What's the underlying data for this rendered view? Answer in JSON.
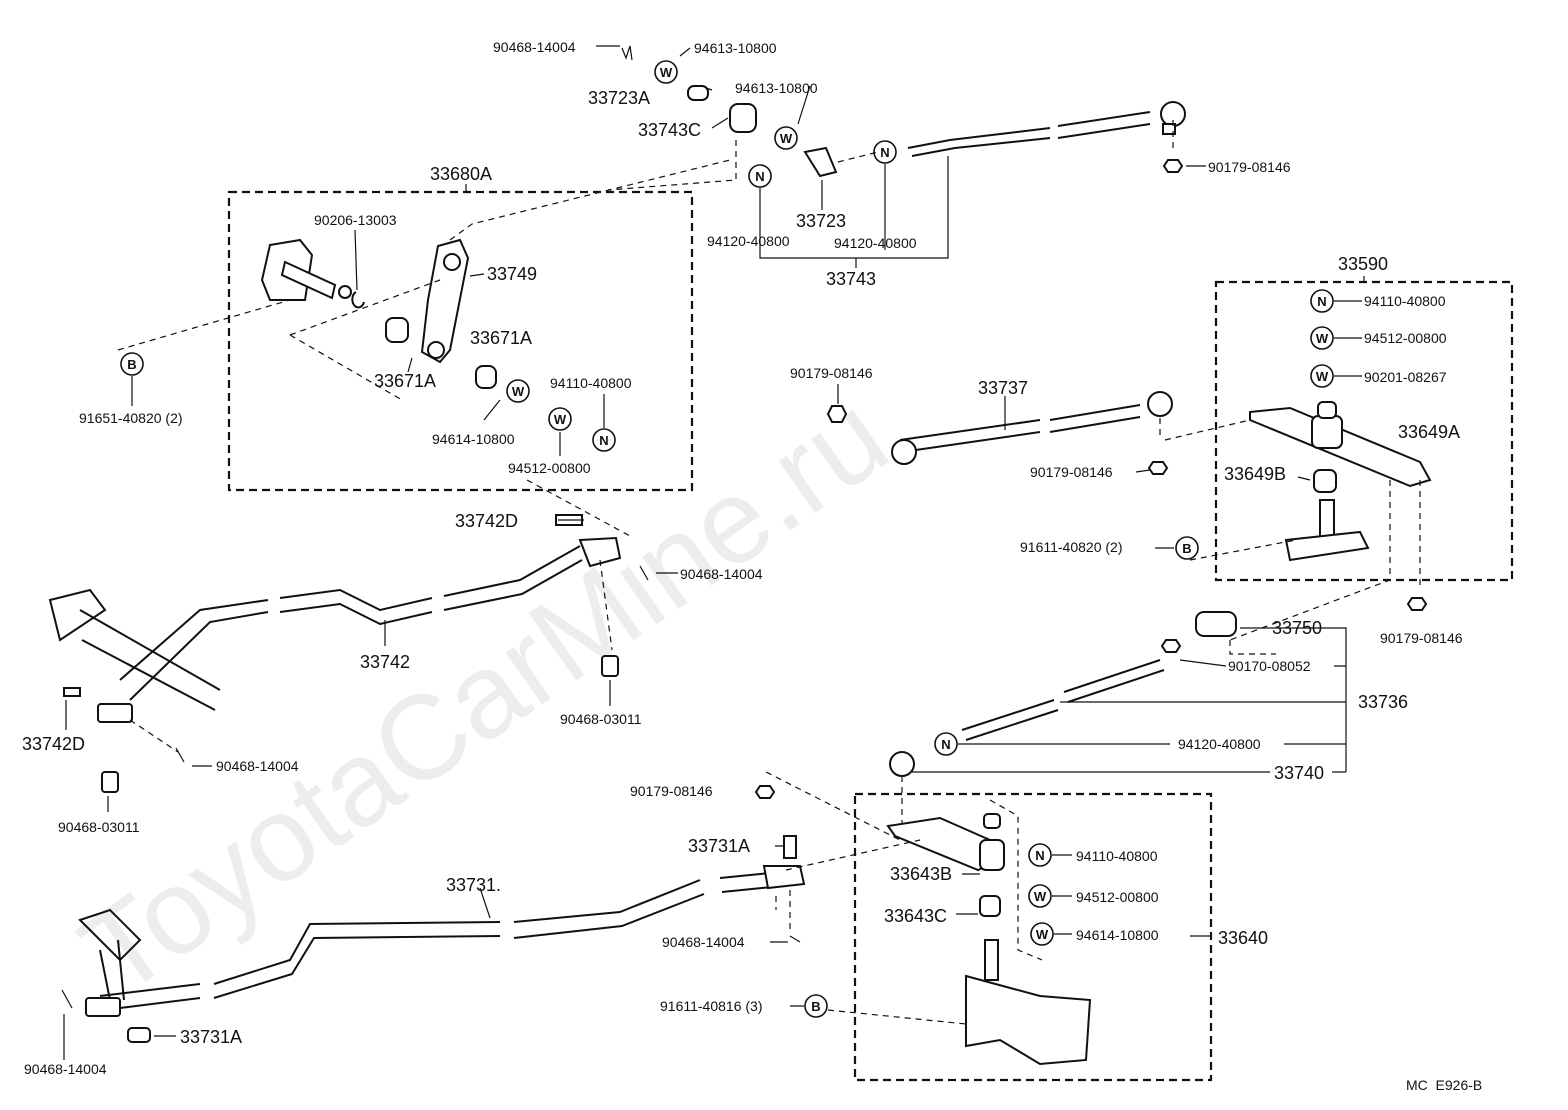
{
  "diagram_code": "MC  E926-B",
  "watermark": "ToyotaCarMine.ru",
  "symbols": {
    "nut": "N",
    "washer": "W",
    "bolt": "B"
  },
  "labels": {
    "p90468_14004_top": "90468-14004",
    "p94613_10800_a": "94613-10800",
    "p33723A": "33723A",
    "p94613_10800_b": "94613-10800",
    "p33743C": "33743C",
    "p90179_08146_a": "90179-08146",
    "p33680A": "33680A",
    "p90206_13003": "90206-13003",
    "p33749": "33749",
    "p33671A_a": "33671A",
    "p33671A_b": "33671A",
    "p94110_40800_a": "94110-40800",
    "p94614_10800_a": "94614-10800",
    "p94512_00800_a": "94512-00800",
    "p91651_40820": "91651-40820 (2)",
    "p33723": "33723",
    "p94120_40800_a": "94120-40800",
    "p94120_40800_b": "94120-40800",
    "p33743": "33743",
    "p33590": "33590",
    "p94110_40800_b": "94110-40800",
    "p94512_00800_b": "94512-00800",
    "p90201_08267": "90201-08267",
    "p90179_08146_b": "90179-08146",
    "p33737": "33737",
    "p90179_08146_c": "90179-08146",
    "p33649A": "33649A",
    "p33649B": "33649B",
    "p91611_40820": "91611-40820  (2)",
    "p33742D_a": "33742D",
    "p90468_14004_b": "90468-14004",
    "p33742": "33742",
    "p90468_03011_a": "90468-03011",
    "p33742D_b": "33742D",
    "p90468_14004_c": "90468-14004",
    "p90468_03011_b": "90468-03011",
    "p33750": "33750",
    "p90179_08146_d": "90179-08146",
    "p90170_08052": "90170-08052",
    "p33736": "33736",
    "p94120_40800_c": "94120-40800",
    "p33740": "33740",
    "p90179_08146_e": "90179-08146",
    "p33731A_a": "33731A",
    "p33731": "33731.",
    "p33643B": "33643B",
    "p94110_40800_c": "94110-40800",
    "p94512_00800_c": "94512-00800",
    "p33643C": "33643C",
    "p94614_10800_b": "94614-10800",
    "p33640": "33640",
    "p90468_14004_d": "90468-14004",
    "p91611_40816": "91611-40816 (3)",
    "p33731A_b": "33731A",
    "p90468_14004_e": "90468-14004"
  }
}
